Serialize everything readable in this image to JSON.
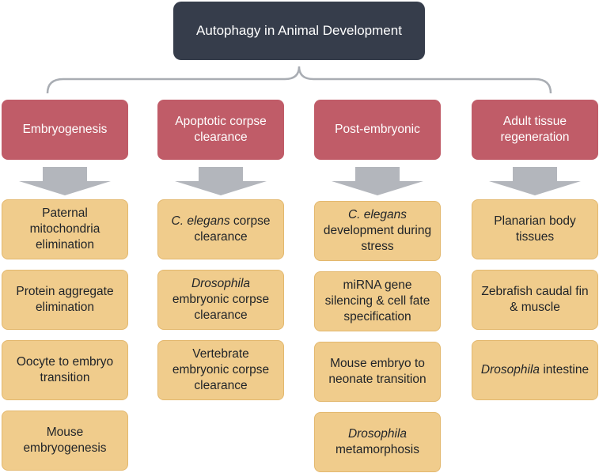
{
  "title": "Autophagy in Animal Development",
  "columns": [
    {
      "header": "Embryogenesis",
      "items": [
        {
          "pre": "",
          "em": "",
          "post": "Paternal mitochondria elimination"
        },
        {
          "pre": "",
          "em": "",
          "post": "Protein aggregate elimination"
        },
        {
          "pre": "",
          "em": "",
          "post": "Oocyte to embryo transition"
        },
        {
          "pre": "",
          "em": "",
          "post": "Mouse embryogenesis"
        }
      ]
    },
    {
      "header": "Apoptotic corpse clearance",
      "items": [
        {
          "pre": "",
          "em": "C. elegans",
          "post": " corpse clearance"
        },
        {
          "pre": "",
          "em": "Drosophila",
          "post": " embryonic corpse clearance"
        },
        {
          "pre": "",
          "em": "",
          "post": "Vertebrate embryonic corpse clearance"
        }
      ]
    },
    {
      "header": "Post-embryonic",
      "items": [
        {
          "pre": "",
          "em": "C. elegans",
          "post": " development during stress"
        },
        {
          "pre": "",
          "em": "",
          "post": "miRNA gene silencing & cell fate specification"
        },
        {
          "pre": "",
          "em": "",
          "post": "Mouse embryo to neonate transition"
        },
        {
          "pre": "",
          "em": "Drosophila",
          "post": " metamorphosis"
        }
      ]
    },
    {
      "header": "Adult tissue regeneration",
      "items": [
        {
          "pre": "",
          "em": "",
          "post": "Planarian body tissues"
        },
        {
          "pre": "",
          "em": "",
          "post": "Zebrafish caudal fin & muscle"
        },
        {
          "pre": "",
          "em": "Drosophila",
          "post": " intestine"
        }
      ]
    }
  ],
  "colors": {
    "root": "#363d4b",
    "header": "#c05c68",
    "leaf": "#f0cc8c",
    "arrow": "#b3b6bc",
    "brace": "#a9adb3"
  }
}
